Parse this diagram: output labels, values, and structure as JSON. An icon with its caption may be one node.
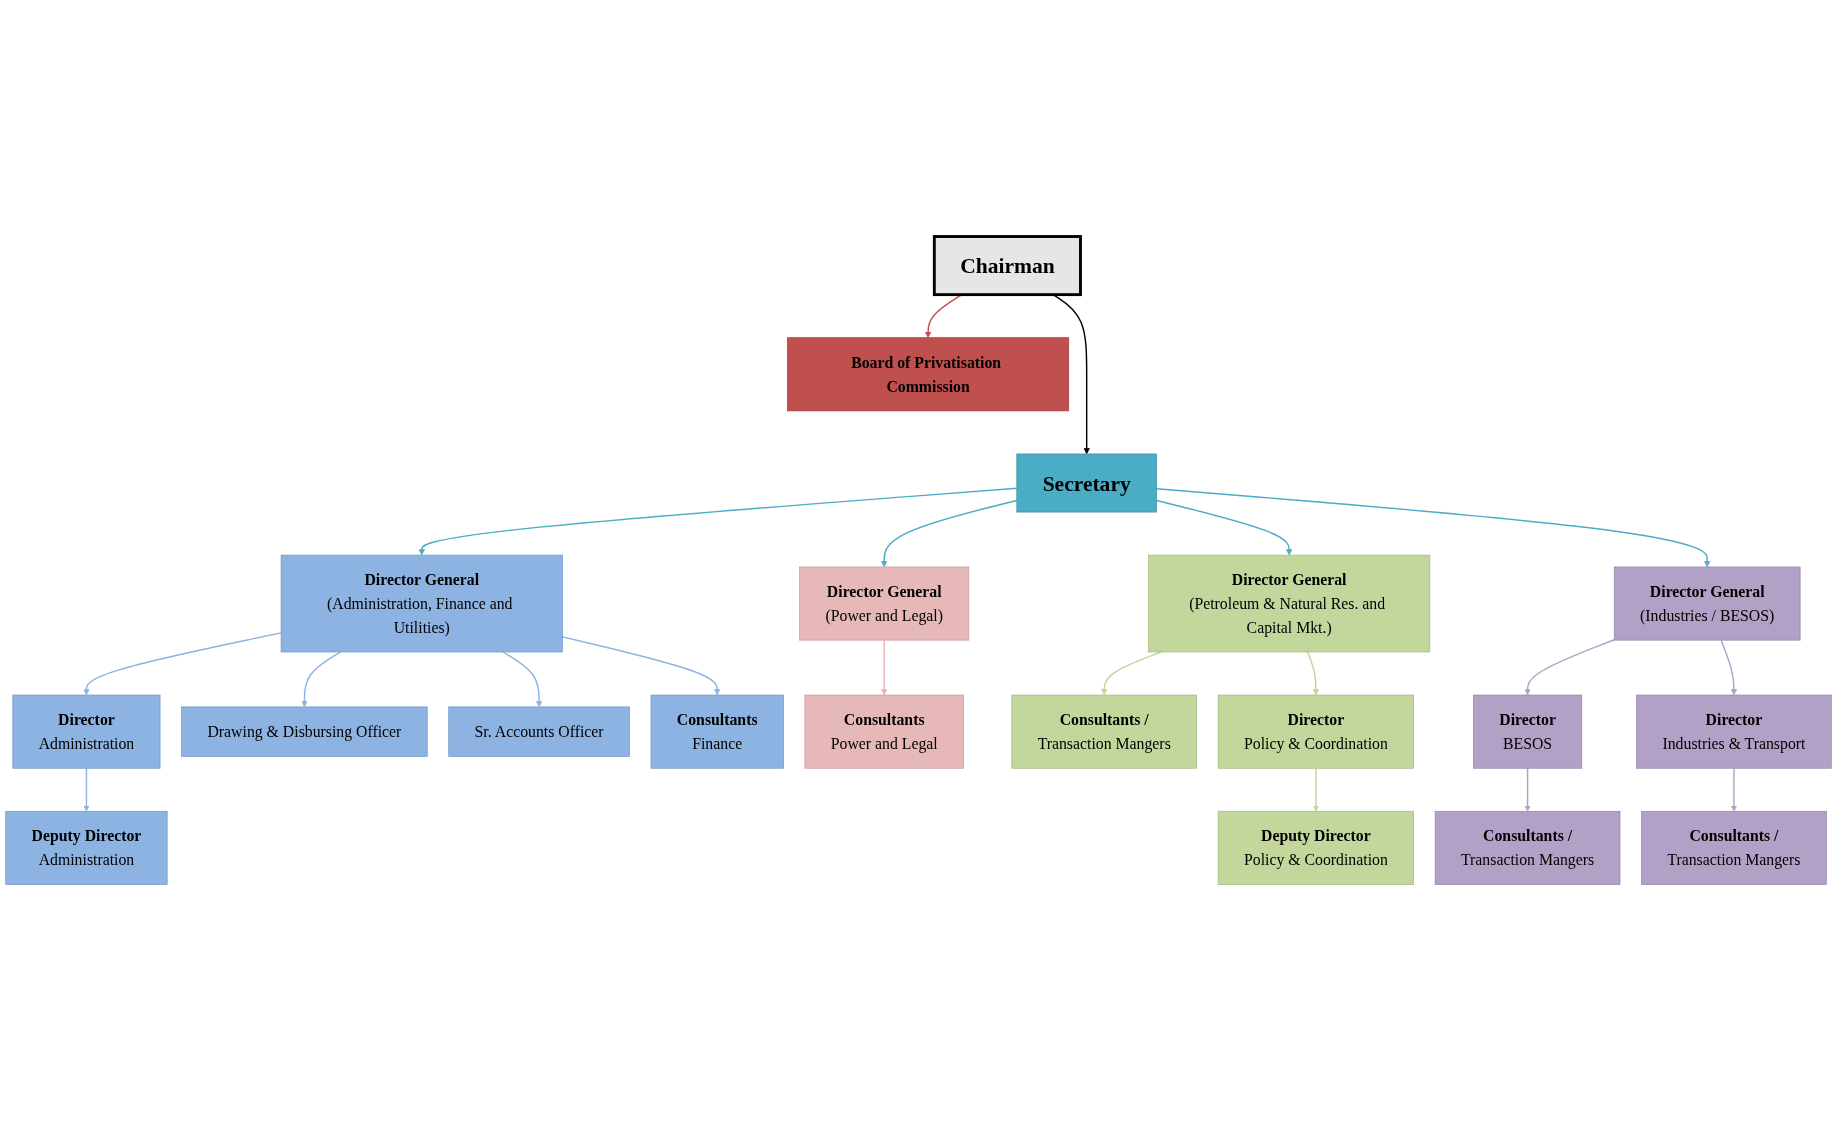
{
  "diagram": {
    "nodes": [
      {
        "text": [
          "Chairman"
        ]
      },
      {
        "text": [
          "Board of Privatisation Commission"
        ]
      },
      {
        "text": [
          "Secretary"
        ]
      },
      {
        "text": [
          "Director General",
          "(Administration, Finance and Utilities)"
        ]
      },
      {
        "text": [
          "Director General",
          "(Power and Legal)"
        ]
      },
      {
        "text": [
          "Director General",
          "(Petroleum & Natural Res. and Capital Mkt.)"
        ]
      },
      {
        "text": [
          "Director General",
          "(Industries / BESOS)"
        ]
      },
      {
        "text": [
          "Director",
          "Administration"
        ]
      },
      {
        "text": [
          "Deputy Director",
          "Administration"
        ]
      },
      {
        "text": [
          "Consultants",
          "Power and Legal"
        ]
      },
      {
        "text": [
          "Consultants /",
          "Transaction Mangers"
        ]
      },
      {
        "text": [
          "Director",
          "BESOS"
        ]
      },
      {
        "text": [
          "Director",
          "Industries & Transport"
        ]
      },
      {
        "text": [
          "Director",
          "Policy & Coordination"
        ]
      },
      {
        "text": [
          "Consultants /",
          "Transaction Mangers"
        ]
      },
      {
        "text": [
          "Consultants /",
          "Transaction Mangers"
        ]
      },
      {
        "text": [
          "Drawing & Disbursing Officer"
        ]
      },
      {
        "text": [
          "Sr. Accounts Officer"
        ]
      },
      {
        "text": [
          "Consultants",
          "Finance"
        ]
      },
      {
        "text": [
          "Deputy Director",
          "Policy & Coordination"
        ]
      }
    ],
    "edges": [
      {
        "from": 0,
        "to": 1,
        "arrow": "to",
        "color": "#c0504d"
      },
      {
        "from": 0,
        "to": 2,
        "arrow": "to",
        "color": "#000000"
      },
      {
        "from": 2,
        "to": 3,
        "arrow": "to",
        "color": "#4bacc6"
      },
      {
        "from": 2,
        "to": 4,
        "arrow": "to",
        "color": "#4bacc6"
      },
      {
        "from": 2,
        "to": 5,
        "arrow": "to",
        "color": "#4bacc6"
      },
      {
        "from": 2,
        "to": 6,
        "arrow": "to",
        "color": "#4bacc6"
      },
      {
        "from": 3,
        "to": 7,
        "arrow": "to",
        "color": "#8db3e2"
      },
      {
        "from": 7,
        "to": 8,
        "arrow": "to",
        "color": "#8db3e2"
      },
      {
        "from": 4,
        "to": 9,
        "arrow": "to",
        "color": "#e6b8b7"
      },
      {
        "from": 5,
        "to": 10,
        "arrow": "to",
        "color": "#c3d69b"
      },
      {
        "from": 6,
        "to": 11,
        "arrow": "to",
        "color": "#b2a1c7"
      },
      {
        "from": 6,
        "to": 12,
        "arrow": "to",
        "color": "#b2a1c7"
      },
      {
        "from": 5,
        "to": 13,
        "arrow": "to",
        "color": "#c3d69b"
      },
      {
        "from": 11,
        "to": 14,
        "arrow": "to",
        "color": "#b2a1c7"
      },
      {
        "from": 12,
        "to": 15,
        "arrow": "to",
        "color": "#b2a1c7"
      },
      {
        "from": 3,
        "to": 16,
        "arrow": "to",
        "color": "#8db3e2"
      },
      {
        "from": 3,
        "to": 17,
        "arrow": "to",
        "color": "#8db3e2"
      },
      {
        "from": 3,
        "to": 18,
        "arrow": "to",
        "color": "#8db3e2"
      },
      {
        "from": 13,
        "to": 19,
        "arrow": "to",
        "color": "#c3d69b"
      }
    ]
  }
}
